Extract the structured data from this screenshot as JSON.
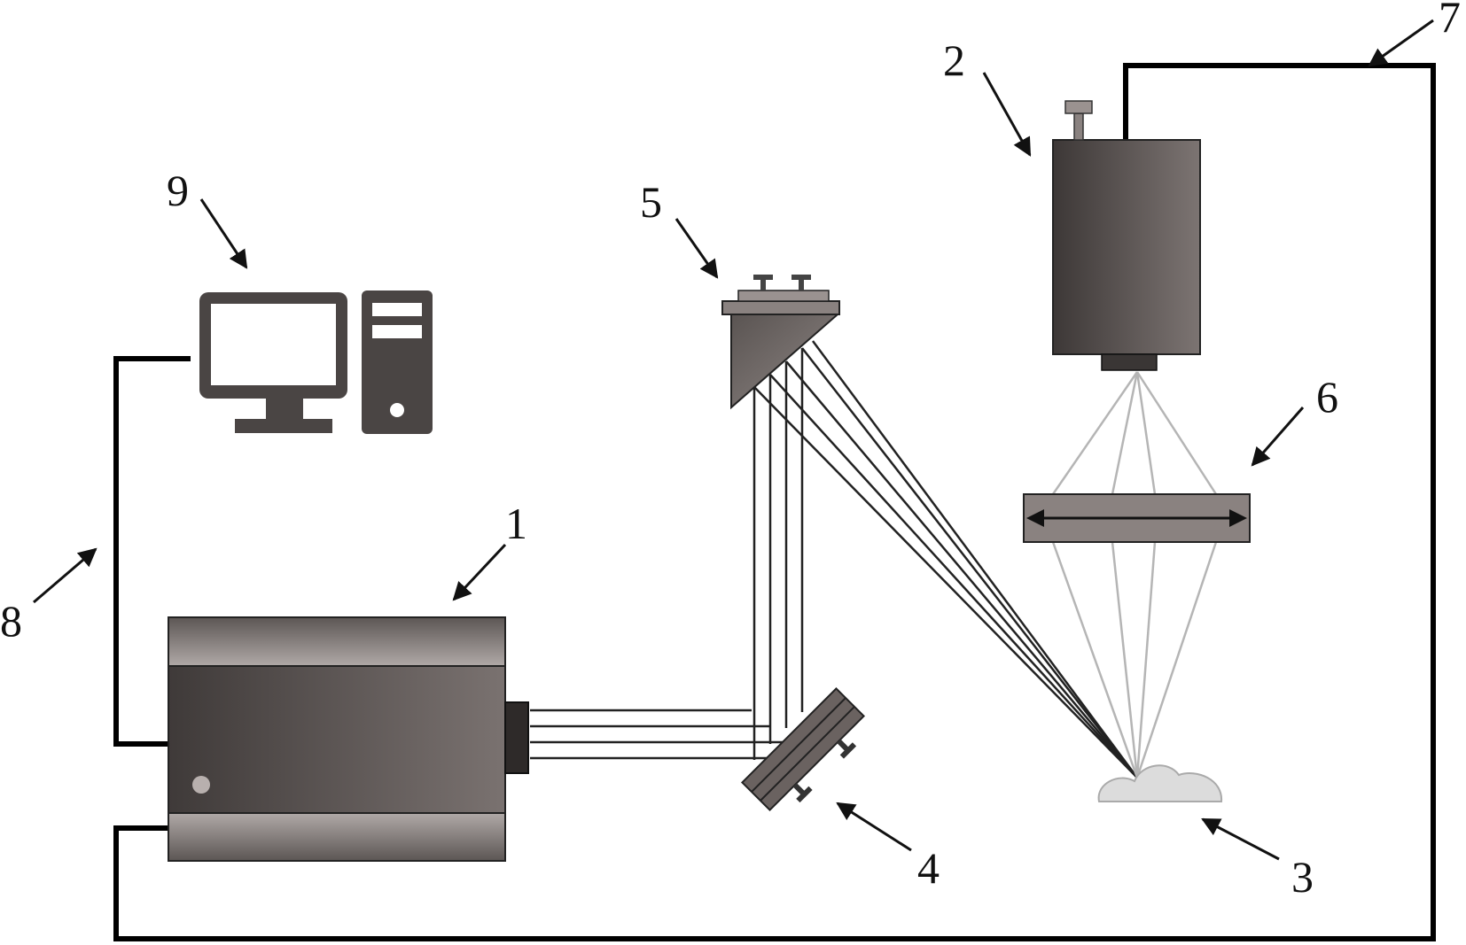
{
  "labels": {
    "laser": "1",
    "camera": "2",
    "sample": "3",
    "mirror": "4",
    "prism": "5",
    "filter": "6",
    "trigger_cable": "7",
    "control_cable": "8",
    "computer": "9"
  },
  "colors": {
    "device_dark": "#4a4544",
    "device_light": "#7a7270",
    "device_band": "#9a9290",
    "beam": "#222222",
    "collection_ray": "#b5b5b5",
    "cable": "#000000",
    "sample_fill": "#dcdcdc"
  },
  "icons": [
    "laser-device",
    "camera-device",
    "sample-cloud",
    "mirror",
    "prism",
    "filter",
    "computer-monitor",
    "computer-tower"
  ]
}
